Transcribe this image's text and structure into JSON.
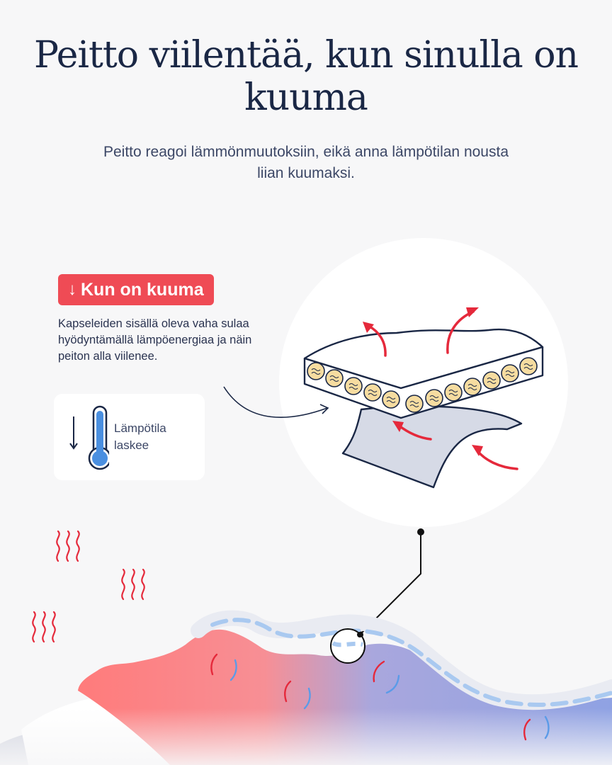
{
  "title": "Peitto viilentää, kun sinulla on kuuma",
  "subtitle": "Peitto reagoi lämmönmuutoksiin, eikä anna lämpötilan nousta liian kuumaksi.",
  "badge": {
    "label": "Kun on kuuma",
    "icon": "arrow-down-icon"
  },
  "description": "Kapseleiden sisällä oleva vaha sulaa hyödyntämällä lämpöenergiaa ja näin peiton alla viilenee.",
  "temperature_card": {
    "label": "Lämpötila laskee",
    "icon": "thermometer-icon"
  },
  "colors": {
    "navy": "#1a2745",
    "red": "#e5293b",
    "badge_red": "#ef4b55",
    "blue": "#5b9be8",
    "light_blue": "#a9c9f0",
    "capsule": "#f6dca0",
    "sheet": "#d6dae6"
  }
}
